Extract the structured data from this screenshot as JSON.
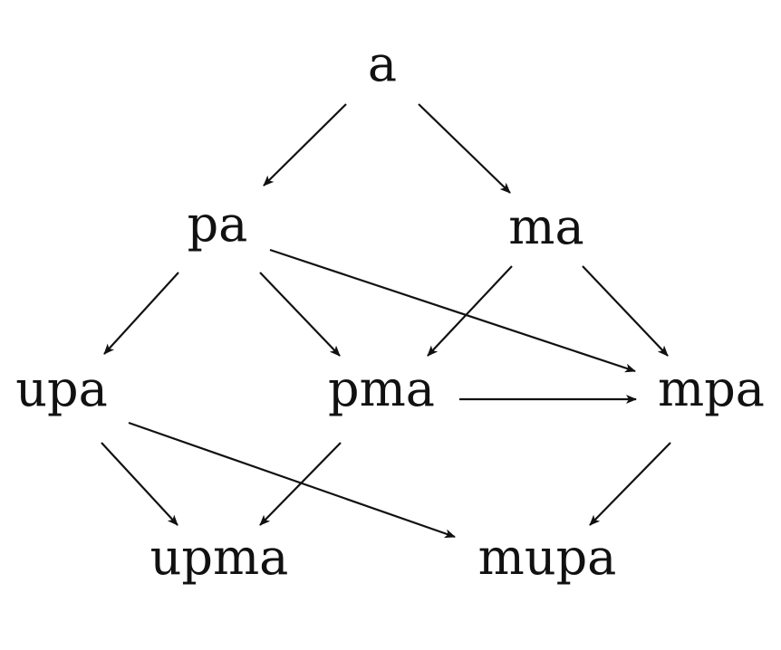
{
  "nodes": [
    {
      "id": "a",
      "label": "a"
    },
    {
      "id": "pa",
      "label": "pa"
    },
    {
      "id": "ma",
      "label": "ma"
    },
    {
      "id": "upa",
      "label": "upa"
    },
    {
      "id": "pma",
      "label": "pma"
    },
    {
      "id": "mpa",
      "label": "mpa"
    },
    {
      "id": "upma",
      "label": "upma"
    },
    {
      "id": "mupa",
      "label": "mupa"
    }
  ],
  "edges": [
    {
      "from": "a",
      "to": "pa"
    },
    {
      "from": "a",
      "to": "ma"
    },
    {
      "from": "pa",
      "to": "upa"
    },
    {
      "from": "pa",
      "to": "pma"
    },
    {
      "from": "pa",
      "to": "mpa"
    },
    {
      "from": "ma",
      "to": "pma"
    },
    {
      "from": "ma",
      "to": "mpa"
    },
    {
      "from": "pma",
      "to": "mpa"
    },
    {
      "from": "upa",
      "to": "upma"
    },
    {
      "from": "upa",
      "to": "mupa"
    },
    {
      "from": "pma",
      "to": "upma"
    },
    {
      "from": "mpa",
      "to": "mupa"
    }
  ],
  "colors": {
    "ink": "#111111",
    "background": "#ffffff"
  }
}
